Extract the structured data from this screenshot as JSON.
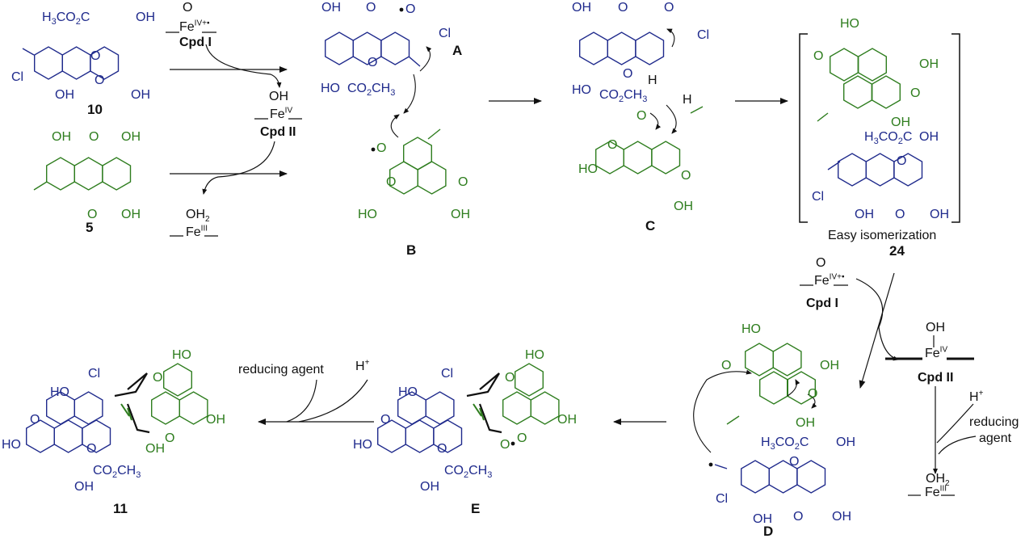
{
  "compounds": {
    "c10": "10",
    "c5": "5",
    "A": "A",
    "B": "B",
    "C": "C",
    "c24": "24",
    "D": "D",
    "E": "E",
    "c11": "11"
  },
  "reagents": {
    "cpd1": "Cpd I",
    "cpd2": "Cpd II",
    "oxo": "O",
    "hydroxo": "OH",
    "aqua": "OH",
    "aqua_sub": "2",
    "fe": "Fe",
    "ox_iv_plus": "IV+•",
    "ox_iv": "IV",
    "ox_iii": "III",
    "h_plus_base": "H",
    "plus": "+",
    "reducing_agent": "reducing agent",
    "reducing": "reducing",
    "agent": "agent"
  },
  "notes": {
    "isomerization": "Easy isomerization"
  },
  "atoms": {
    "me_ester": "H3CO2C",
    "co2me": "CO2CH3",
    "oh": "OH",
    "ho": "HO",
    "o": "O",
    "cl": "Cl",
    "h": "H"
  },
  "colors": {
    "blue": "#1f2a8c",
    "green": "#2e7d1e",
    "black": "#111111"
  }
}
